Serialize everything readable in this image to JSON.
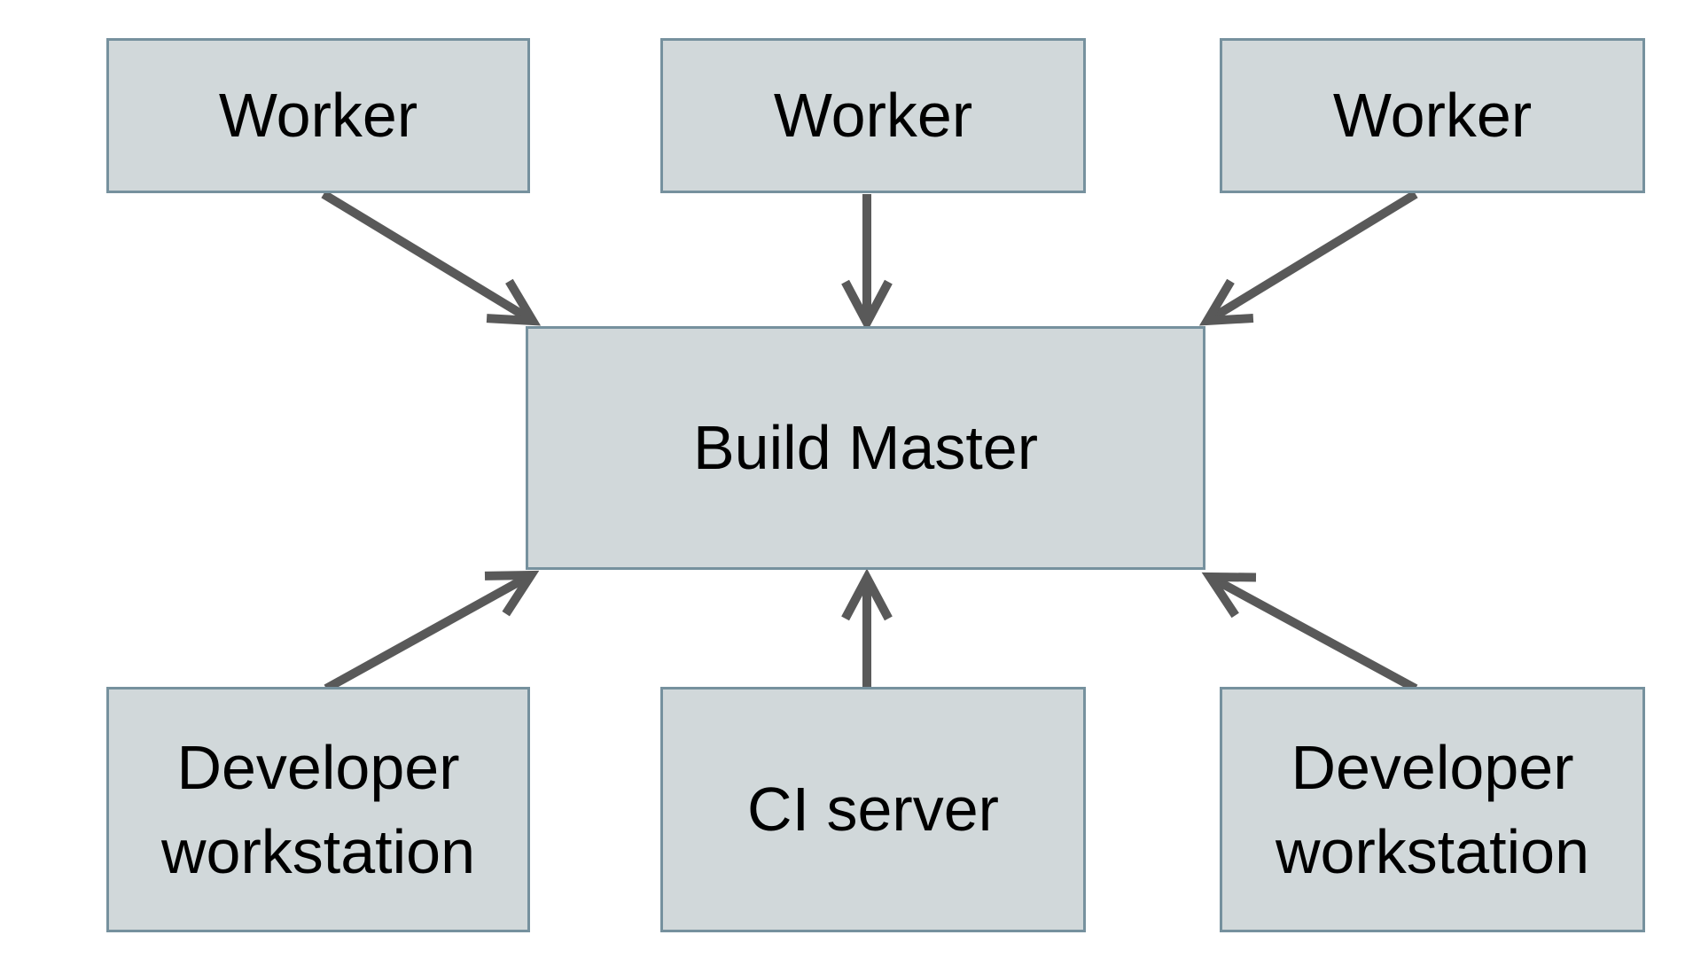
{
  "diagram": {
    "type": "architecture-diagram",
    "nodes": [
      {
        "id": "worker-1",
        "label": "Worker"
      },
      {
        "id": "worker-2",
        "label": "Worker"
      },
      {
        "id": "worker-3",
        "label": "Worker"
      },
      {
        "id": "build-master",
        "label": "Build Master"
      },
      {
        "id": "developer-workstation-1",
        "label": "Developer workstation"
      },
      {
        "id": "ci-server",
        "label": "CI server"
      },
      {
        "id": "developer-workstation-2",
        "label": "Developer workstation"
      }
    ],
    "edges": [
      {
        "from": "worker-1",
        "to": "build-master",
        "direction": "down"
      },
      {
        "from": "worker-2",
        "to": "build-master",
        "direction": "down"
      },
      {
        "from": "worker-3",
        "to": "build-master",
        "direction": "down"
      },
      {
        "from": "developer-workstation-1",
        "to": "build-master",
        "direction": "up"
      },
      {
        "from": "ci-server",
        "to": "build-master",
        "direction": "up"
      },
      {
        "from": "developer-workstation-2",
        "to": "build-master",
        "direction": "up"
      }
    ]
  },
  "colors": {
    "background": "#ffffff",
    "node_fill": "#d1d8da",
    "node_border": "#76919e",
    "arrow": "#595959",
    "text": "#000000"
  }
}
